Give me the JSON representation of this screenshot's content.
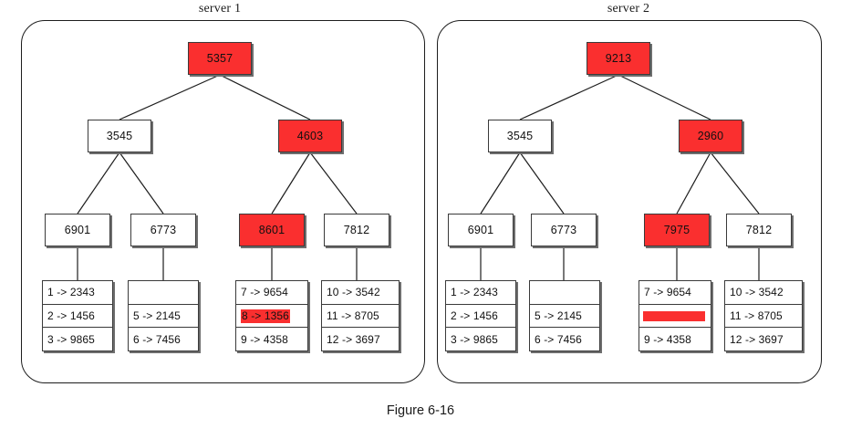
{
  "caption": "Figure 6-16",
  "colors": {
    "highlight_red": "#fa2f2f",
    "box_border": "#3a3a3a",
    "frame_border": "#1d1d1d",
    "background": "#ffffff"
  },
  "servers": [
    {
      "title": "server 1",
      "root": {
        "label": "5357",
        "highlighted": true
      },
      "level2": [
        {
          "label": "3545",
          "highlighted": false
        },
        {
          "label": "4603",
          "highlighted": true
        }
      ],
      "level3": [
        {
          "label": "6901",
          "highlighted": false
        },
        {
          "label": "6773",
          "highlighted": false
        },
        {
          "label": "8601",
          "highlighted": true
        },
        {
          "label": "7812",
          "highlighted": false
        }
      ],
      "leaves": [
        {
          "rows": [
            {
              "text": "1 -> 2343",
              "highlighted": false
            },
            {
              "text": "2 -> 1456",
              "highlighted": false
            },
            {
              "text": "3 -> 9865",
              "highlighted": false
            }
          ]
        },
        {
          "rows": [
            {
              "text": "",
              "highlighted": false
            },
            {
              "text": "5 -> 2145",
              "highlighted": false
            },
            {
              "text": "6 -> 7456",
              "highlighted": false
            }
          ]
        },
        {
          "rows": [
            {
              "text": "7 -> 9654",
              "highlighted": false
            },
            {
              "text": "8 -> 1356",
              "highlighted": true
            },
            {
              "text": "9 -> 4358",
              "highlighted": false
            }
          ]
        },
        {
          "rows": [
            {
              "text": "10 -> 3542",
              "highlighted": false
            },
            {
              "text": "11 -> 8705",
              "highlighted": false
            },
            {
              "text": "12 -> 3697",
              "highlighted": false
            }
          ]
        }
      ]
    },
    {
      "title": "server 2",
      "root": {
        "label": "9213",
        "highlighted": true
      },
      "level2": [
        {
          "label": "3545",
          "highlighted": false
        },
        {
          "label": "2960",
          "highlighted": true
        }
      ],
      "level3": [
        {
          "label": "6901",
          "highlighted": false
        },
        {
          "label": "6773",
          "highlighted": false
        },
        {
          "label": "7975",
          "highlighted": true
        },
        {
          "label": "7812",
          "highlighted": false
        }
      ],
      "leaves": [
        {
          "rows": [
            {
              "text": "1 -> 2343",
              "highlighted": false
            },
            {
              "text": "2 -> 1456",
              "highlighted": false
            },
            {
              "text": "3 -> 9865",
              "highlighted": false
            }
          ]
        },
        {
          "rows": [
            {
              "text": "",
              "highlighted": false
            },
            {
              "text": "5 -> 2145",
              "highlighted": false
            },
            {
              "text": "6 -> 7456",
              "highlighted": false
            }
          ]
        },
        {
          "rows": [
            {
              "text": "7 -> 9654",
              "highlighted": false
            },
            {
              "text": "",
              "highlighted": true,
              "bar_only": true
            },
            {
              "text": "9 -> 4358",
              "highlighted": false
            }
          ]
        },
        {
          "rows": [
            {
              "text": "10 -> 3542",
              "highlighted": false
            },
            {
              "text": "11 -> 8705",
              "highlighted": false
            },
            {
              "text": "12 -> 3697",
              "highlighted": false
            }
          ]
        }
      ]
    }
  ]
}
